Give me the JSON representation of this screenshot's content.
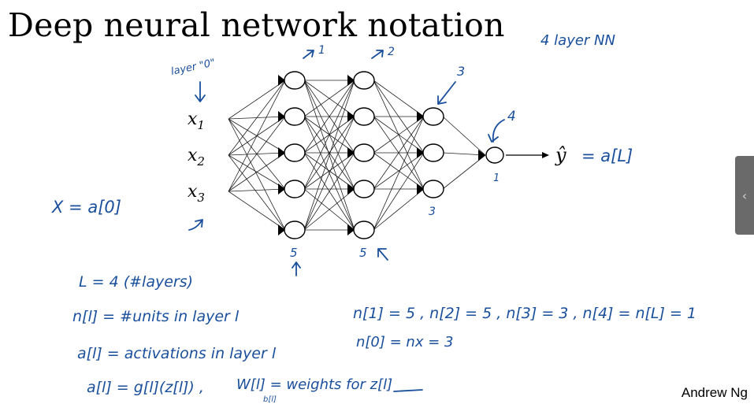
{
  "title": "Deep neural network notation",
  "author": "Andrew Ng",
  "side_tab_icon": "chevron-left-icon",
  "side_tab_glyph": "‹",
  "colors": {
    "ink": "#1a4f9c",
    "text": "#000000",
    "tab": "#6a6a6a"
  },
  "network": {
    "inputs": [
      {
        "base": "x",
        "sub": "1"
      },
      {
        "base": "x",
        "sub": "2"
      },
      {
        "base": "x",
        "sub": "3"
      }
    ],
    "layer_sizes": [
      3,
      5,
      5,
      3,
      1
    ],
    "output_label": "ŷ"
  },
  "annotations": {
    "layer0": "layer \"0\"",
    "layer1": "1",
    "layer2": "2",
    "layer3": "3",
    "layer4": "4",
    "four_layer_nn": "4 layer NN",
    "x_eq_a0": "X = a[0]",
    "yhat_eq": "= a[L]",
    "count_5a": "5",
    "count_5b": "5",
    "count_3": "3",
    "count_1": "1"
  },
  "notes": {
    "L": "L = 4   (#layers)",
    "n_def": "n[l] = #units in layer l",
    "n_values": "n[1] = 5 , n[2] = 5 , n[3] = 3 , n[4] = n[L] = 1",
    "n0": "n[0] = nx = 3",
    "a_def": "a[l] = activations in layer l",
    "a_eq": "a[l] = g[l](z[l]) ,",
    "w_def": "W[l] = weights for z[l]",
    "b_sub": "b[l]"
  }
}
